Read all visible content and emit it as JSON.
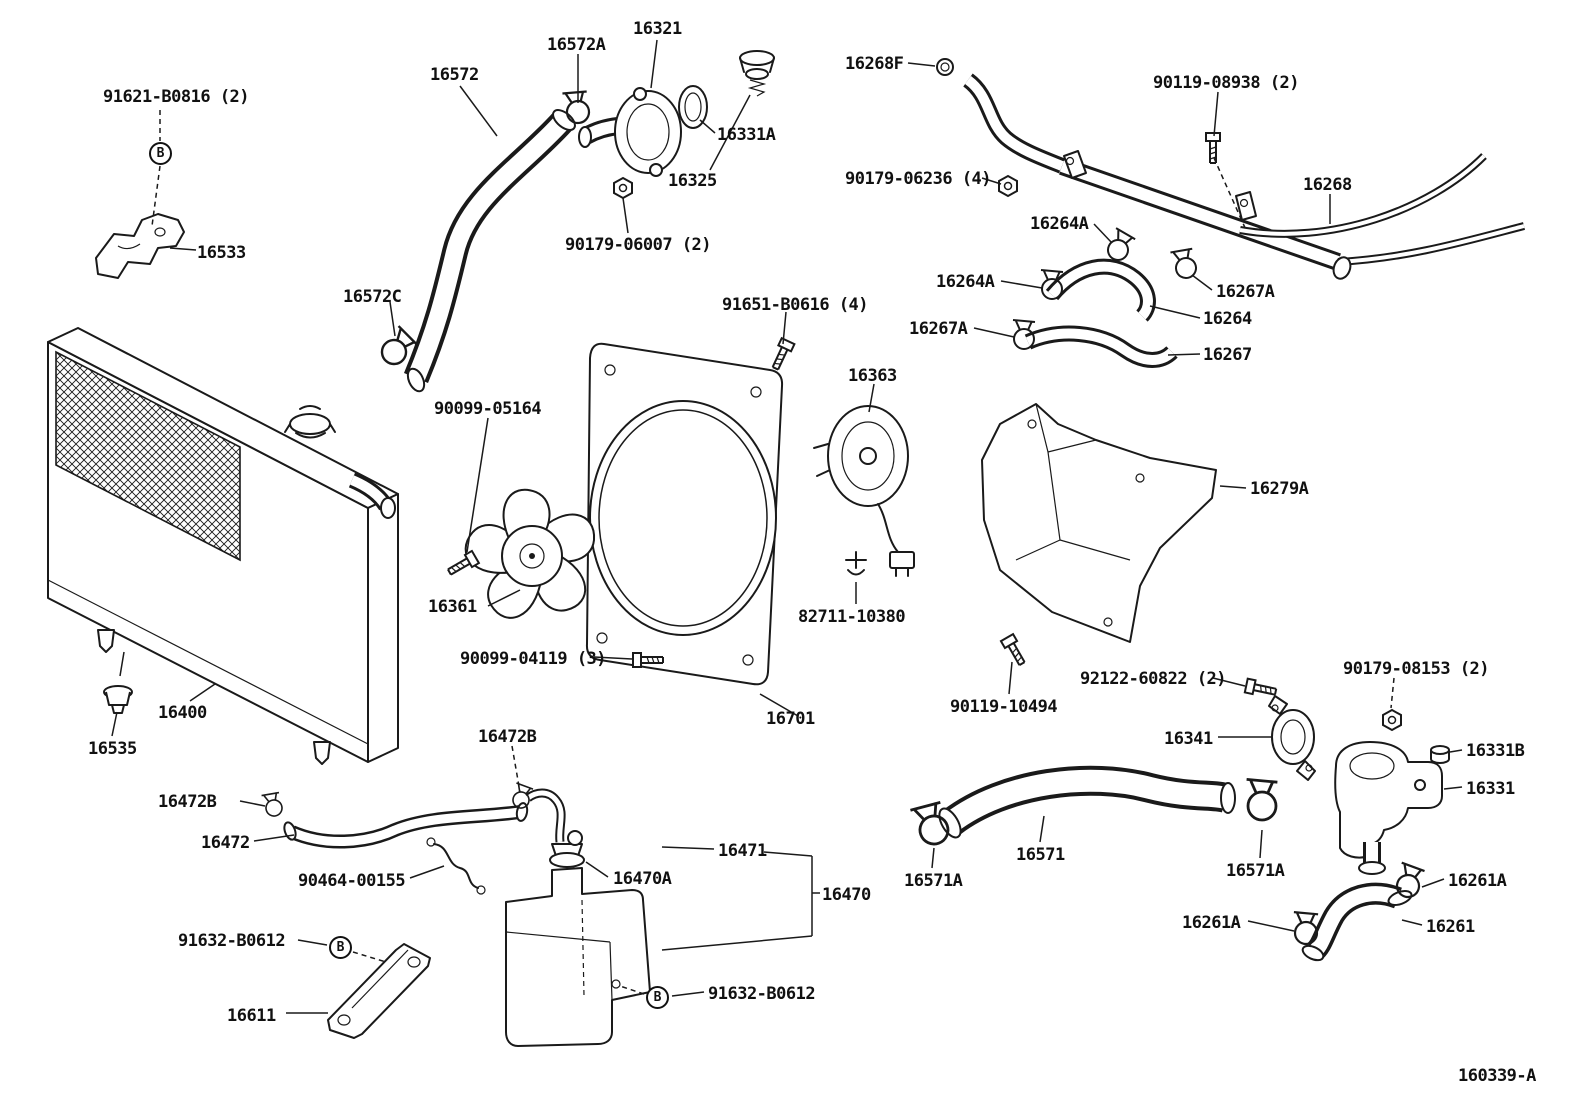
{
  "diagram": {
    "figure_ref": "160339-A",
    "callouts": [
      {
        "letter": "B"
      },
      {
        "letter": "B"
      },
      {
        "letter": "B"
      }
    ],
    "labels": [
      {
        "text": "91621-B0816 (2)"
      },
      {
        "text": "16533"
      },
      {
        "text": "16572"
      },
      {
        "text": "16572A"
      },
      {
        "text": "16321"
      },
      {
        "text": "16331A"
      },
      {
        "text": "16325"
      },
      {
        "text": "90179-06007 (2)"
      },
      {
        "text": "16572C"
      },
      {
        "text": "16268F"
      },
      {
        "text": "90179-06236 (4)"
      },
      {
        "text": "90119-08938 (2)"
      },
      {
        "text": "16268"
      },
      {
        "text": "16264A"
      },
      {
        "text": "16264A"
      },
      {
        "text": "16267A"
      },
      {
        "text": "16267A"
      },
      {
        "text": "16264"
      },
      {
        "text": "16267"
      },
      {
        "text": "91651-B0616 (4)"
      },
      {
        "text": "16363"
      },
      {
        "text": "90099-05164"
      },
      {
        "text": "16361"
      },
      {
        "text": "90099-04119 (3)"
      },
      {
        "text": "82711-10380"
      },
      {
        "text": "16279A"
      },
      {
        "text": "16701"
      },
      {
        "text": "90119-10494"
      },
      {
        "text": "92122-60822 (2)"
      },
      {
        "text": "90179-08153 (2)"
      },
      {
        "text": "16341"
      },
      {
        "text": "16331B"
      },
      {
        "text": "16331"
      },
      {
        "text": "16400"
      },
      {
        "text": "16535"
      },
      {
        "text": "16472B"
      },
      {
        "text": "16472B"
      },
      {
        "text": "16472"
      },
      {
        "text": "90464-00155"
      },
      {
        "text": "16470A"
      },
      {
        "text": "16471"
      },
      {
        "text": "16470"
      },
      {
        "text": "16571"
      },
      {
        "text": "16571A"
      },
      {
        "text": "16571A"
      },
      {
        "text": "16261A"
      },
      {
        "text": "16261A"
      },
      {
        "text": "16261"
      },
      {
        "text": "91632-B0612"
      },
      {
        "text": "16611"
      },
      {
        "text": "91632-B0612"
      }
    ]
  }
}
